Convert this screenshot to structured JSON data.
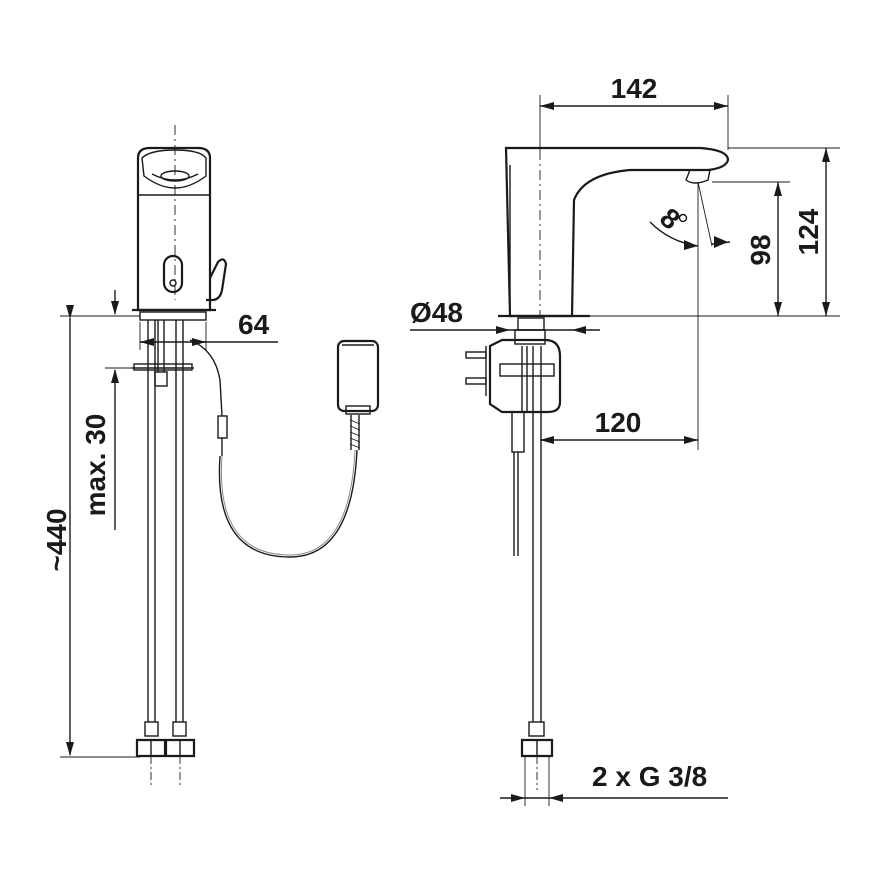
{
  "drawing": {
    "title": "",
    "front_view": {
      "dim_overall_height": "~440",
      "dim_max_thickness": "max. 30",
      "dim_body_width": "64"
    },
    "side_view": {
      "dim_spout_reach_total": "142",
      "dim_body_diameter": "Ø48",
      "dim_spout_reach": "120",
      "dim_spray_angle": "8",
      "dim_outlet_height": "98",
      "dim_total_height": "124",
      "dim_connection": "2 x G 3/8"
    },
    "colors": {
      "lines": "#1a1a1a",
      "hidden": "#8a8a8a",
      "background": "#ffffff"
    }
  }
}
